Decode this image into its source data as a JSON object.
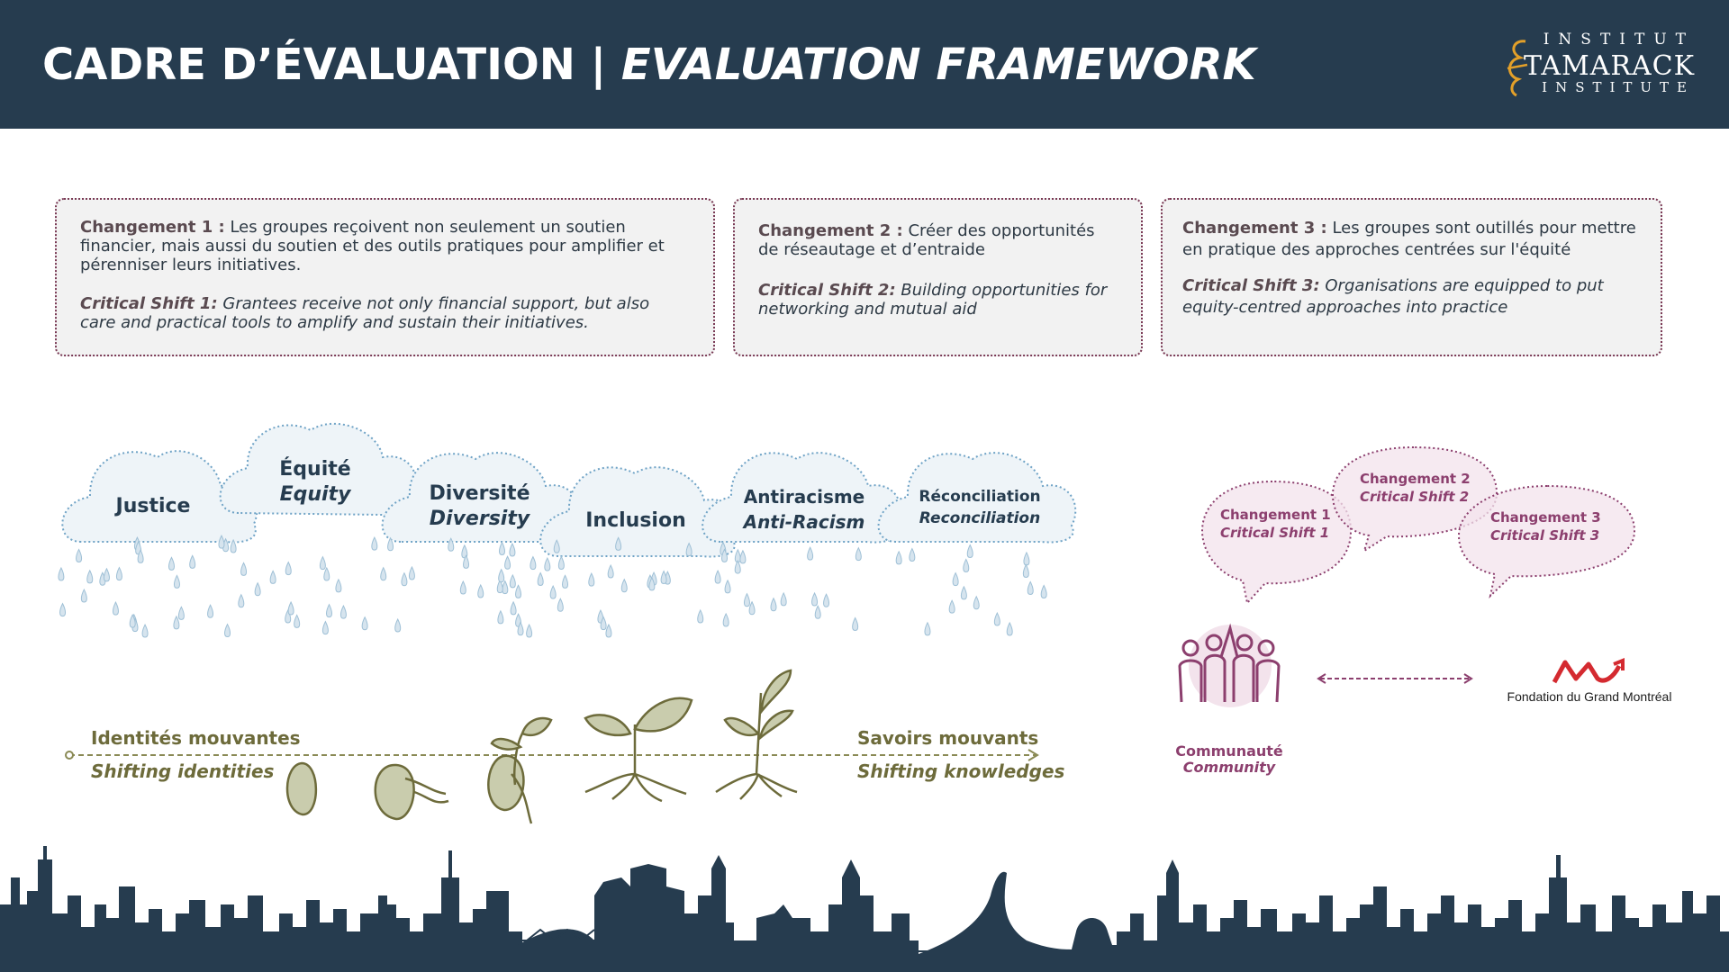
{
  "header": {
    "title_fr": "CADRE D’ÉVALUATION | ",
    "title_en": "EVALUATION FRAMEWORK",
    "logo": {
      "line1": "INSTITUT",
      "line2": "TAMARACK",
      "line3": "INSTITUTE"
    }
  },
  "cards": [
    {
      "fr_label": "Changement 1 :",
      "fr_text": " Les groupes reçoivent non seulement un soutien financier, mais aussi du soutien et des outils pratiques pour amplifier et pérenniser leurs initiatives.",
      "en_label": "Critical Shift 1:",
      "en_text": " Grantees receive not only financial support, but also care and practical tools to amplify and sustain their initiatives."
    },
    {
      "fr_label": "Changement 2 :",
      "fr_text": " Créer des opportunités de réseautage et d’entraide",
      "en_label": "Critical Shift 2:",
      "en_text": " Building opportunities for networking and mutual aid"
    },
    {
      "fr_label": "Changement 3 :",
      "fr_text": " Les groupes sont outillés pour mettre en pratique des approches centrées sur l'équité",
      "en_label": "Critical Shift 3:",
      "en_text": " Organisations are equipped to put equity-centred approaches into practice"
    }
  ],
  "clouds": [
    {
      "fr": "Justice",
      "en": ""
    },
    {
      "fr": "Équité",
      "en": "Equity"
    },
    {
      "fr": "Diversité",
      "en": "Diversity"
    },
    {
      "fr": "Inclusion",
      "en": ""
    },
    {
      "fr": "Antiracisme",
      "en": "Anti-Racism"
    },
    {
      "fr": "Réconciliation",
      "en": "Reconciliation"
    }
  ],
  "growth": {
    "left_fr": "Identités mouvantes",
    "left_en": "Shifting identities",
    "right_fr": "Savoirs mouvants",
    "right_en": "Shifting knowledges"
  },
  "bubbles": [
    {
      "fr": "Changement 1",
      "en": "Critical Shift 1"
    },
    {
      "fr": "Changement 2",
      "en": "Critical Shift 2"
    },
    {
      "fr": "Changement 3",
      "en": "Critical Shift 3"
    }
  ],
  "community": {
    "fr": "Communauté",
    "en": "Community"
  },
  "foundation": {
    "name": "Fondation du Grand Montréal"
  },
  "colors": {
    "navy": "#263c4f",
    "plum": "#8c3f6e",
    "olive": "#6d6b3b",
    "sky": "#6fa3c6",
    "card_bg": "#f2f2f2",
    "logo_gold": "#e3a029",
    "foundation_red": "#d42a30"
  }
}
